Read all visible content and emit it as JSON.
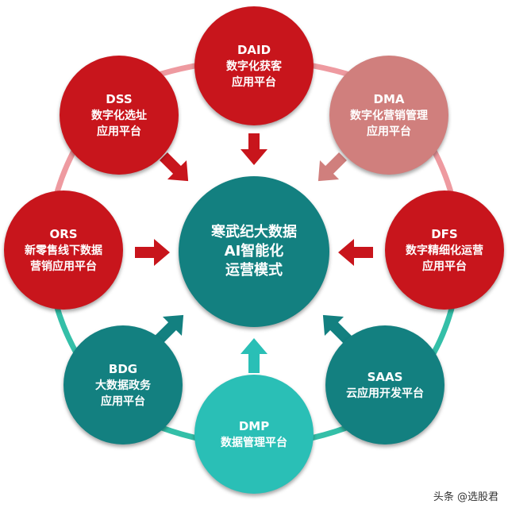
{
  "center": {
    "line1": "寒武纪大数据",
    "line2": "AI智能化",
    "line3": "运营模式",
    "color": "#138080"
  },
  "nodes": [
    {
      "key": "daid",
      "line1": "DAID",
      "line2": "数字化获客",
      "line3": "应用平台",
      "color": "#C8151C"
    },
    {
      "key": "dma",
      "line1": "DMA",
      "line2": "数字化营销管理",
      "line3": "应用平台",
      "color": "#D07F7D"
    },
    {
      "key": "dfs",
      "line1": "DFS",
      "line2": "数字精细化运营",
      "line3": "应用平台",
      "color": "#C8151C"
    },
    {
      "key": "saas",
      "line1": "SAAS",
      "line2": "云应用开发平台",
      "line3": "",
      "color": "#138080"
    },
    {
      "key": "dmp",
      "line1": "DMP",
      "line2": "数据管理平台",
      "line3": "",
      "color": "#2ABFB6"
    },
    {
      "key": "bdg",
      "line1": "BDG",
      "line2": "大数据政务",
      "line3": "应用平台",
      "color": "#138080"
    },
    {
      "key": "ors",
      "line1": "ORS",
      "line2": "新零售线下数据",
      "line3": "营销应用平台",
      "color": "#C8151C"
    },
    {
      "key": "dss",
      "line1": "DSS",
      "line2": "数字化选址",
      "line3": "应用平台",
      "color": "#C8151C"
    }
  ],
  "ring_colors": {
    "pink": "#EE9AA0",
    "teal": "#34BFA8"
  },
  "watermark": "头条 @选股君"
}
